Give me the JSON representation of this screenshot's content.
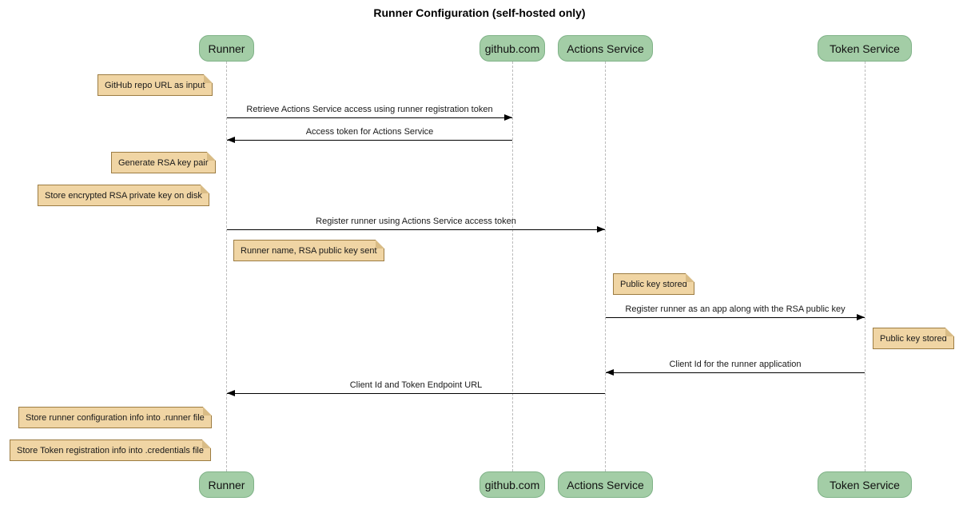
{
  "title": "Runner Configuration (self-hosted only)",
  "participants": [
    {
      "id": "runner",
      "label": "Runner"
    },
    {
      "id": "github",
      "label": "github.com"
    },
    {
      "id": "actions-service",
      "label": "Actions Service"
    },
    {
      "id": "token-service",
      "label": "Token Service"
    }
  ],
  "messages": [
    {
      "from": "Runner",
      "to": "github.com",
      "text": "Retrieve Actions Service access using runner registration token"
    },
    {
      "from": "github.com",
      "to": "Runner",
      "text": "Access token for Actions Service"
    },
    {
      "from": "Runner",
      "to": "Actions Service",
      "text": "Register runner using Actions Service access token"
    },
    {
      "from": "Actions Service",
      "to": "Token Service",
      "text": "Register runner as an app along with the RSA public key"
    },
    {
      "from": "Token Service",
      "to": "Actions Service",
      "text": "Client Id for the runner application"
    },
    {
      "from": "Actions Service",
      "to": "Runner",
      "text": "Client Id and Token Endpoint URL"
    }
  ],
  "notes": [
    {
      "text": "GitHub repo URL as input",
      "position": "left of Runner"
    },
    {
      "text": "Generate RSA key pair",
      "position": "left of Runner"
    },
    {
      "text": "Store encrypted RSA private key on disk",
      "position": "left of Runner"
    },
    {
      "text": "Runner name, RSA public key sent",
      "position": "right of Runner"
    },
    {
      "text": "Public key stored",
      "position": "right of Actions Service"
    },
    {
      "text": "Public key stored",
      "position": "right of Token Service"
    },
    {
      "text": "Store runner configuration info into .runner file",
      "position": "left of Runner"
    },
    {
      "text": "Store Token registration info into .credentials file",
      "position": "left of Runner"
    }
  ],
  "colors": {
    "background": "#ffffff",
    "participant_fill": "#a3cda6",
    "participant_border": "#7fb287",
    "note_fill": "#f0d5a4",
    "note_border": "#9c7c42",
    "lifeline": "#bbbbbb",
    "arrow": "#000000"
  }
}
